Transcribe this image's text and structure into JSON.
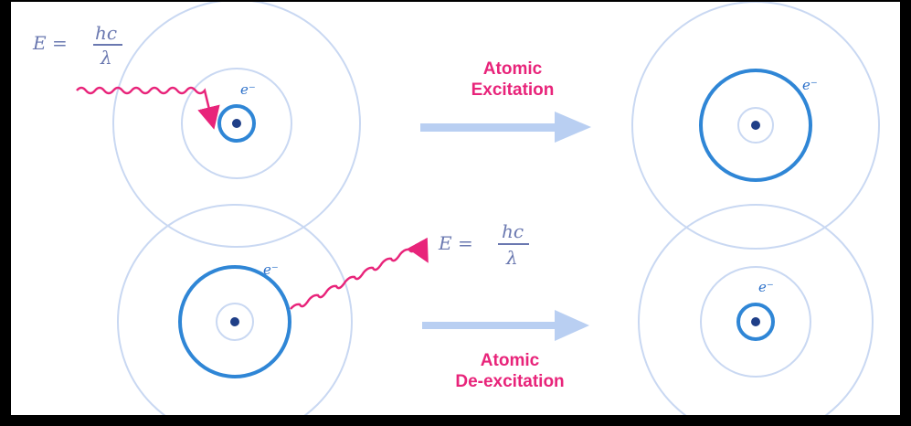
{
  "formula_top": {
    "lhs": "E =",
    "numerator": "hc",
    "denominator": "λ"
  },
  "formula_bottom": {
    "lhs": "E =",
    "numerator": "hc",
    "denominator": "λ"
  },
  "excitation": {
    "line1": "Atomic",
    "line2": "Excitation"
  },
  "deexcitation": {
    "line1": "Atomic",
    "line2": "De-excitation"
  },
  "electron_symbol": "e⁻",
  "colors": {
    "orbit_faint": "#c9d8f2",
    "orbit_active": "#2f86d6",
    "photon": "#e8247a",
    "arrow": "#b9cff2",
    "nucleus": "#1f3f88"
  }
}
